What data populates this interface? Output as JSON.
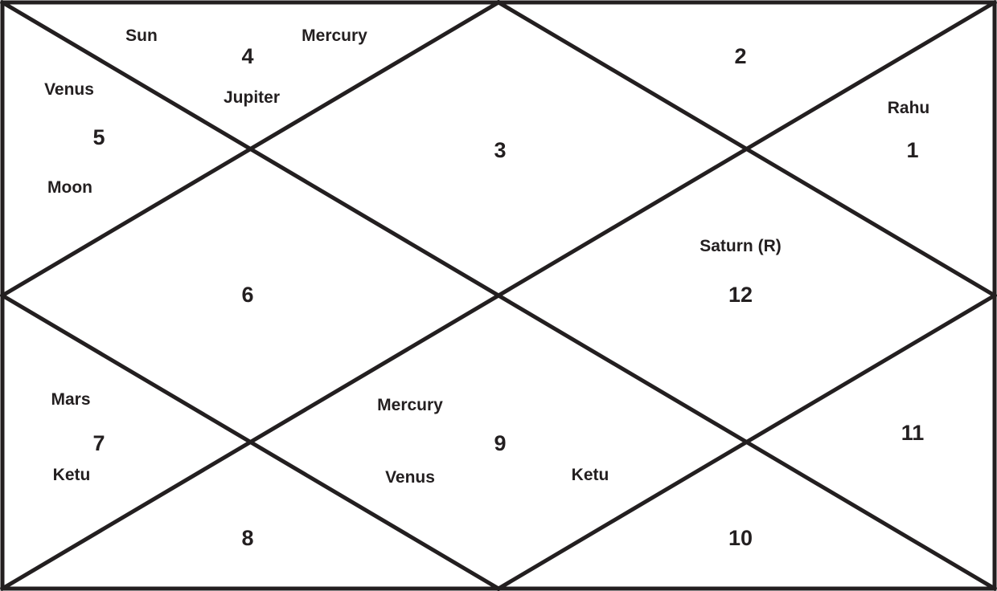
{
  "colors": {
    "line": "#231f20",
    "text": "#231f20",
    "background": "#ffffff"
  },
  "houses": [
    {
      "number": "1",
      "planets": [
        "Rahu"
      ]
    },
    {
      "number": "2",
      "planets": []
    },
    {
      "number": "3",
      "planets": []
    },
    {
      "number": "4",
      "planets": [
        "Sun",
        "Mercury",
        "Jupiter"
      ]
    },
    {
      "number": "5",
      "planets": [
        "Venus",
        "Moon"
      ]
    },
    {
      "number": "6",
      "planets": []
    },
    {
      "number": "7",
      "planets": [
        "Mars",
        "Ketu"
      ]
    },
    {
      "number": "8",
      "planets": []
    },
    {
      "number": "9",
      "planets": [
        "Mercury",
        "Venus",
        "Ketu"
      ]
    },
    {
      "number": "10",
      "planets": []
    },
    {
      "number": "11",
      "planets": []
    },
    {
      "number": "12",
      "planets": [
        "Saturn (R)"
      ]
    }
  ]
}
